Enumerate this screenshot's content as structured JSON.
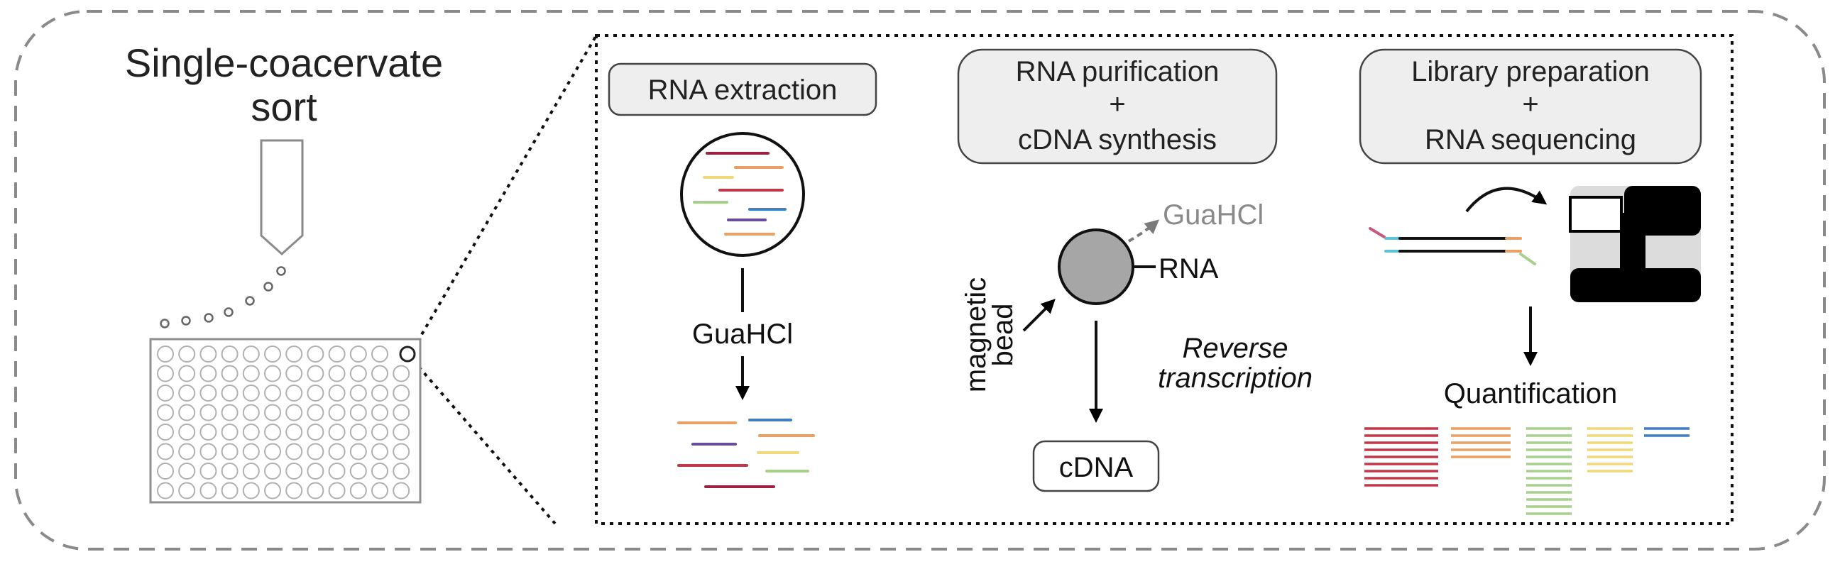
{
  "title": {
    "line1": "Single-coacervate",
    "line2": "sort"
  },
  "steps": {
    "extraction": {
      "label": "RNA extraction",
      "reagent": "GuaHCl"
    },
    "purification": {
      "line1": "RNA purification",
      "plus": "+",
      "line2": "cDNA synthesis",
      "reagent_out": "GuaHCl",
      "rna_label": "RNA",
      "bead_line1": "magnetic",
      "bead_line2": "bead",
      "rt_line1": "Reverse",
      "rt_line2": "transcription",
      "product": "cDNA"
    },
    "sequencing": {
      "line1": "Library preparation",
      "plus": "+",
      "line2": "RNA sequencing",
      "result": "Quantification"
    }
  },
  "colors": {
    "dashed_border": "#8a8a8a",
    "box_fill": "#eeeeee",
    "bead_fill": "#a6a6a6",
    "plate_stroke": "#8f8f8f",
    "rna_dark_red": "#9b2242",
    "rna_red": "#c0394a",
    "rna_orange": "#e8a064",
    "rna_yellow": "#f0d77a",
    "rna_green": "#a8d08d",
    "rna_blue": "#3f7fc1",
    "rna_purple": "#6a4c9c",
    "rna_cyan": "#5bc3d6",
    "rna_pink": "#c45a7c",
    "gray_text": "#8a8a8a"
  },
  "icons": [
    "sorting-nozzle-icon",
    "well-plate-icon",
    "coacervate-droplet-icon",
    "magnetic-bead-icon",
    "sequencer-icon"
  ]
}
